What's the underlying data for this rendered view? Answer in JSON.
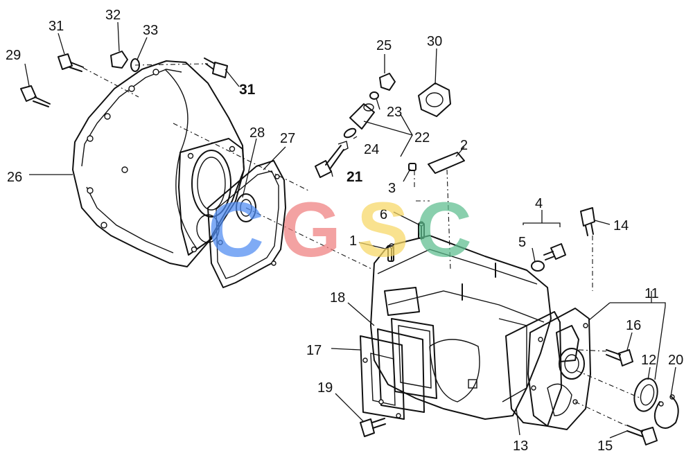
{
  "watermark": {
    "letters": [
      {
        "char": "C",
        "color": "#4f8cf2"
      },
      {
        "char": "G",
        "color": "#ef7f7f"
      },
      {
        "char": "S",
        "color": "#f7d765"
      },
      {
        "char": "C",
        "color": "#5cbd8e"
      }
    ]
  },
  "callouts": {
    "p1": "1",
    "p2": "2",
    "p3": "3",
    "p4": "4",
    "p5": "5",
    "p6": "6",
    "p11": "11",
    "p12": "12",
    "p13": "13",
    "p14": "14",
    "p15": "15",
    "p16": "16",
    "p17": "17",
    "p18": "18",
    "p19": "19",
    "p20": "20",
    "p21": "21",
    "p22": "22",
    "p23": "23",
    "p24": "24",
    "p25": "25",
    "p26": "26",
    "p27": "27",
    "p28": "28",
    "p29": "29",
    "p30": "30",
    "p31a": "31",
    "p31b": "31",
    "p32": "32",
    "p33": "33"
  }
}
